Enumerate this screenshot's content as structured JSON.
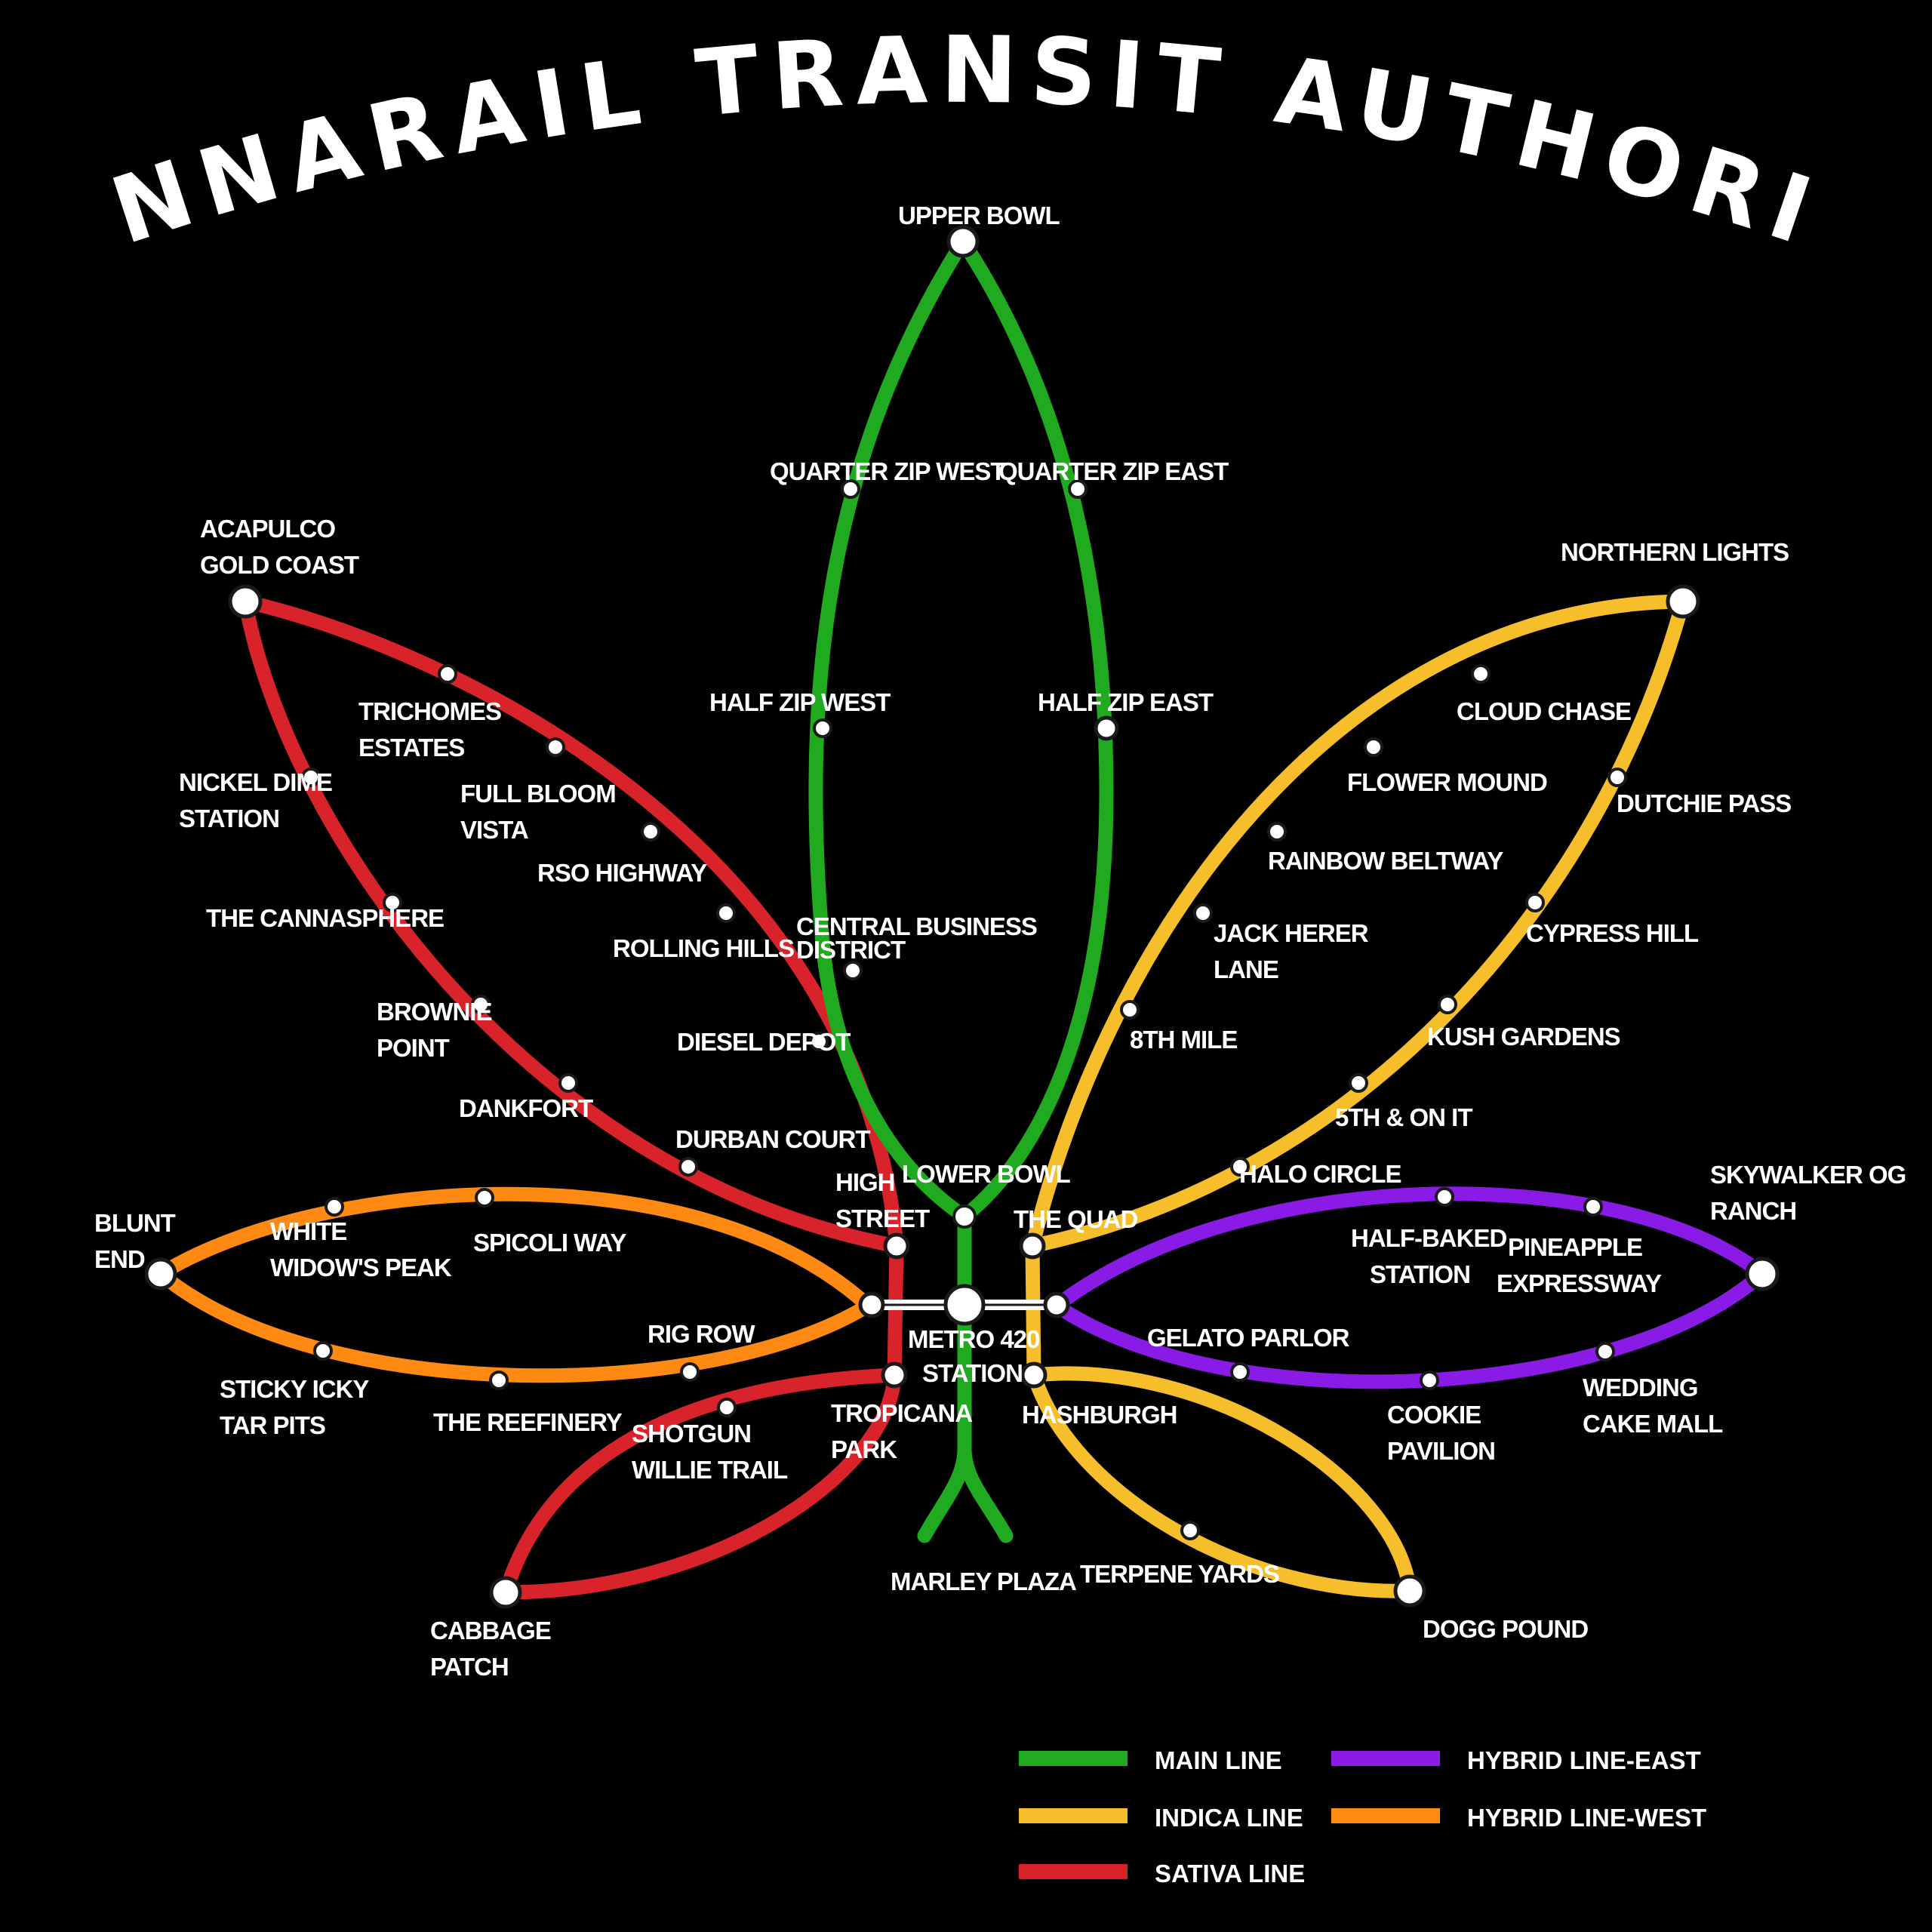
{
  "title": "CANNARAIL TRANSIT AUTHORITY",
  "colors": {
    "main": "#1faa1f",
    "indica": "#f7be2c",
    "sativa": "#d8232a",
    "hybrid_east": "#8a1be6",
    "hybrid_west": "#ff8a13",
    "background": "#000000"
  },
  "stations": {
    "upper_bowl": "UPPER BOWL",
    "quarter_zip_west": "QUARTER ZIP WEST",
    "quarter_zip_east": "QUARTER ZIP EAST",
    "half_zip_west": "HALF ZIP WEST",
    "half_zip_east": "HALF ZIP EAST",
    "central_business_1": "CENTRAL BUSINESS",
    "central_business_2": "DISTRICT",
    "lower_bowl": "LOWER BOWL",
    "marley_plaza": "MARLEY PLAZA",
    "acapulco_1": "ACAPULCO",
    "acapulco_2": "GOLD COAST",
    "trichomes_1": "TRICHOMES",
    "trichomes_2": "ESTATES",
    "nickel_1": "NICKEL DIME",
    "nickel_2": "STATION",
    "full_bloom_1": "FULL BLOOM",
    "full_bloom_2": "VISTA",
    "rso_highway": "RSO HIGHWAY",
    "cannasphere": "THE CANNASPHERE",
    "rolling_hills": "ROLLING HILLS",
    "brownie_1": "BROWNIE",
    "brownie_2": "POINT",
    "diesel_depot": "DIESEL DEPOT",
    "dankfort": "DANKFORT",
    "durban_court": "DURBAN COURT",
    "high_street_1": "HIGH",
    "high_street_2": "STREET",
    "northern_lights": "NORTHERN LIGHTS",
    "cloud_chase": "CLOUD CHASE",
    "flower_mound": "FLOWER MOUND",
    "dutchie_pass": "DUTCHIE PASS",
    "rainbow_beltway": "RAINBOW BELTWAY",
    "jack_herer_1": "JACK HERER",
    "jack_herer_2": "LANE",
    "cypress_hill": "CYPRESS HILL",
    "eighth_mile": "8TH MILE",
    "kush_gardens": "KUSH GARDENS",
    "fifth_on_it": "5TH & ON IT",
    "halo_circle": "HALO CIRCLE",
    "the_quad": "THE QUAD",
    "skywalker_1": "SKYWALKER OG",
    "skywalker_2": "RANCH",
    "half_baked_1": "HALF-BAKED",
    "half_baked_2": "STATION",
    "pineapple_1": "PINEAPPLE",
    "pineapple_2": "EXPRESSWAY",
    "gelato_parlor": "GELATO PARLOR",
    "cookie_1": "COOKIE",
    "cookie_2": "PAVILION",
    "wedding_1": "WEDDING",
    "wedding_2": "CAKE MALL",
    "blunt_1": "BLUNT",
    "blunt_2": "END",
    "white_widow_1": "WHITE",
    "white_widow_2": "WIDOW'S PEAK",
    "spicoli_way": "SPICOLI WAY",
    "rig_row": "RIG ROW",
    "sticky_1": "STICKY ICKY",
    "sticky_2": "TAR PITS",
    "reefinery": "THE REEFINERY",
    "metro_1": "METRO 420",
    "metro_2": "STATION",
    "shotgun_1": "SHOTGUN",
    "shotgun_2": "WILLIE TRAIL",
    "tropicana_1": "TROPICANA",
    "tropicana_2": "PARK",
    "hashburgh": "HASHBURGH",
    "cabbage_1": "CABBAGE",
    "cabbage_2": "PATCH",
    "terpene_yards": "TERPENE YARDS",
    "dogg_pound": "DOGG POUND"
  },
  "legend": [
    {
      "label": "MAIN LINE",
      "color": "#1faa1f"
    },
    {
      "label": "INDICA LINE",
      "color": "#f7be2c"
    },
    {
      "label": "SATIVA LINE",
      "color": "#d8232a"
    },
    {
      "label": "HYBRID LINE-EAST",
      "color": "#8a1be6"
    },
    {
      "label": "HYBRID LINE-WEST",
      "color": "#ff8a13"
    }
  ]
}
